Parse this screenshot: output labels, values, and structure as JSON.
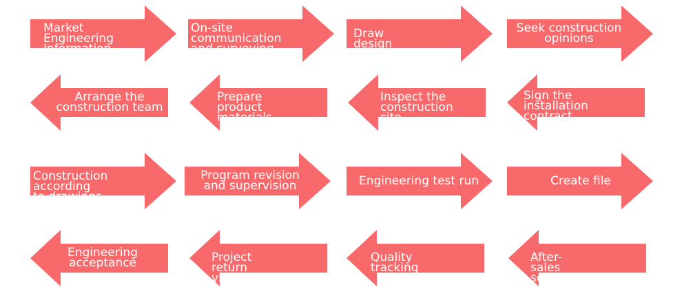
{
  "colors": {
    "arrow_fill": "#f8696b",
    "label_text": "#ffffff"
  },
  "rows": [
    {
      "direction": "right",
      "steps": [
        {
          "label": "Market Engineering\nInformation"
        },
        {
          "label": "On-site communication\nand surveying"
        },
        {
          "label": "Draw design drawings"
        },
        {
          "label": "Seek construction\nopinions"
        }
      ]
    },
    {
      "direction": "left",
      "steps": [
        {
          "label": "Arrange the\nconstruction team"
        },
        {
          "label": "Prepare product\nmaterials"
        },
        {
          "label": "Inspect the\nconstruction site"
        },
        {
          "label": "Sign the installation\ncontract"
        }
      ]
    },
    {
      "direction": "right",
      "steps": [
        {
          "label": "Construction according\n to drawings"
        },
        {
          "label": "Program revision\nand supervision"
        },
        {
          "label": "Engineering test run"
        },
        {
          "label": "Create file"
        }
      ]
    },
    {
      "direction": "left",
      "steps": [
        {
          "label": "Engineering\nacceptance"
        },
        {
          "label": "Project return visit"
        },
        {
          "label": "Quality tracking"
        },
        {
          "label": "After-sales service"
        }
      ]
    }
  ]
}
